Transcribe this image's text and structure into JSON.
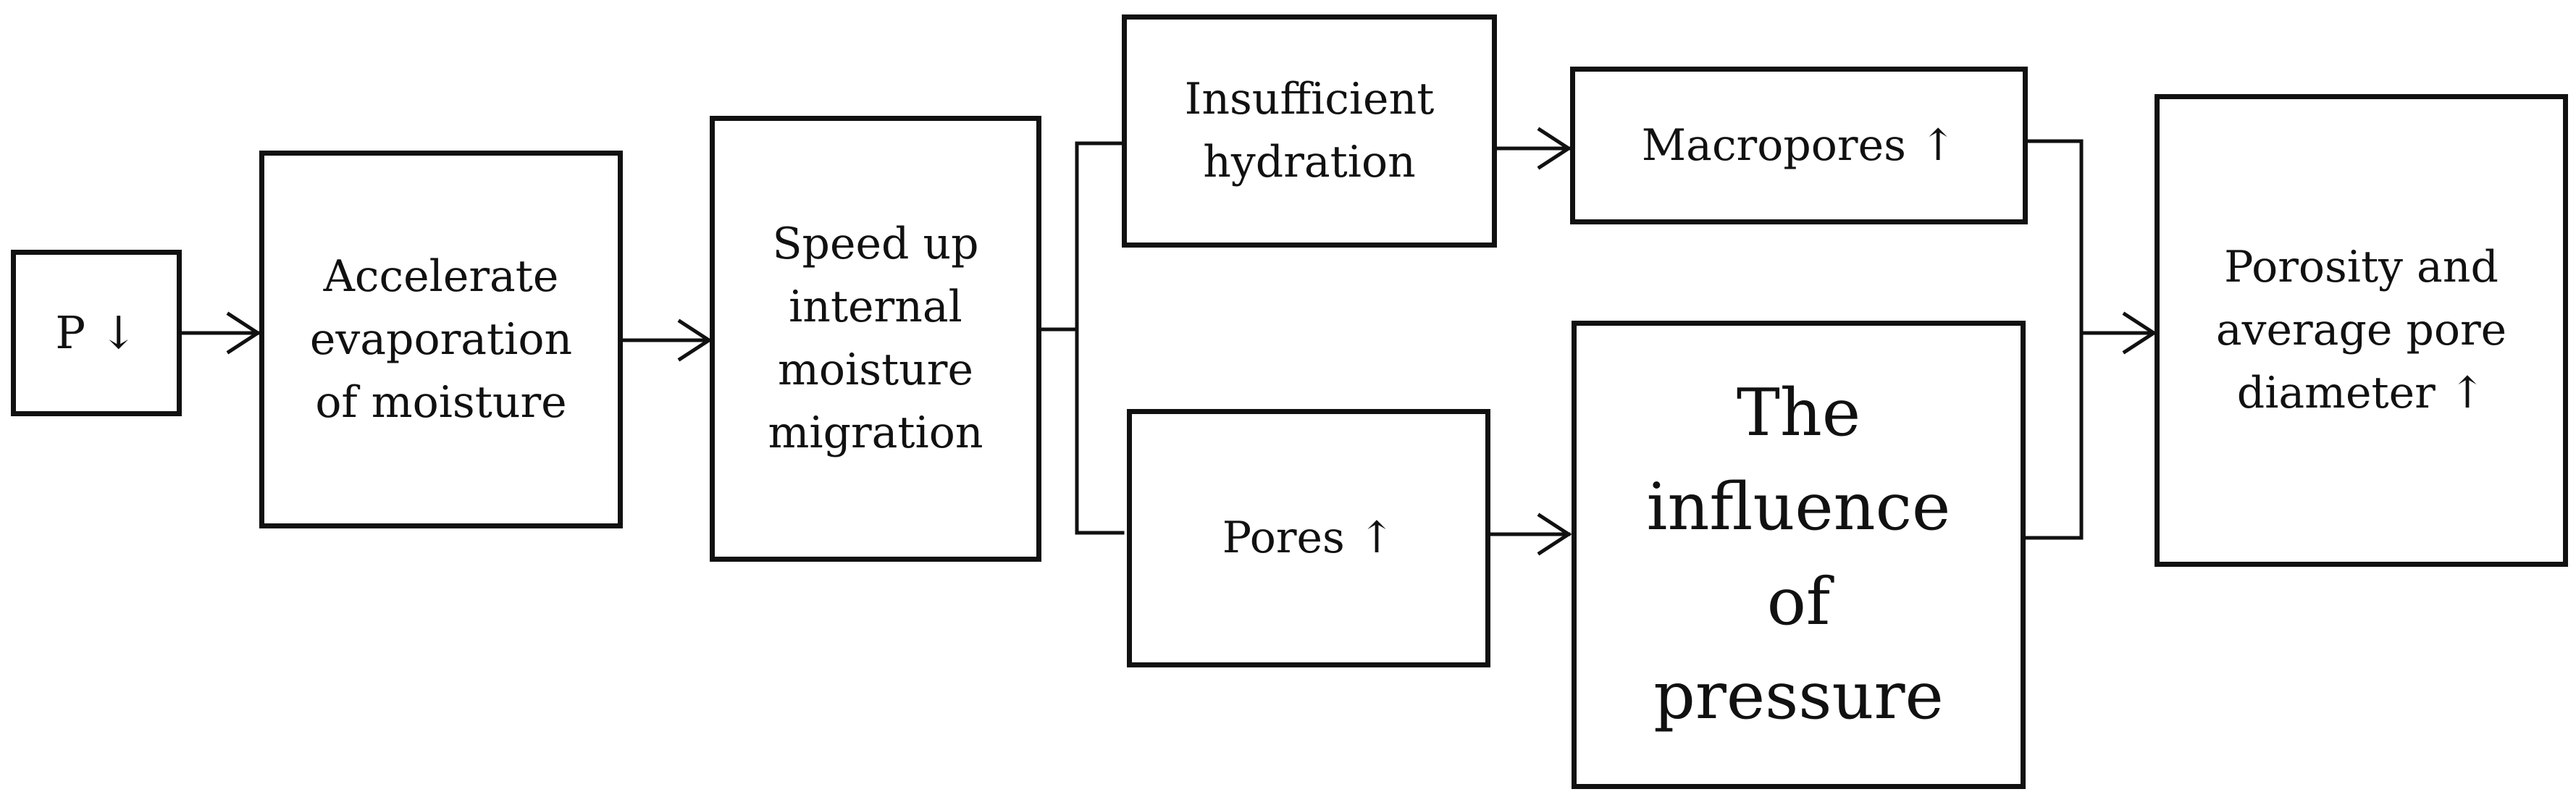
{
  "diagram": {
    "nodes": {
      "p_down": "P ↓",
      "accelerate": "Accelerate\nevaporation\nof moisture",
      "speed_up": "Speed up\ninternal\nmoisture\nmigration",
      "insufficient": "Insufficient\nhydration",
      "pores": "Pores ↑",
      "macropores": "Macropores ↑",
      "influence": "The\ninfluence\nof\npressure",
      "porosity": "Porosity and\naverage pore\ndiameter ↑"
    },
    "edges": [
      {
        "from": "P ↓",
        "to": "Accelerate evaporation of moisture"
      },
      {
        "from": "Accelerate evaporation of moisture",
        "to": "Speed up internal moisture migration"
      },
      {
        "from": "Speed up internal moisture migration",
        "to": "Insufficient hydration"
      },
      {
        "from": "Speed up internal moisture migration",
        "to": "Pores ↑"
      },
      {
        "from": "Insufficient hydration",
        "to": "Macropores ↑"
      },
      {
        "from": "Pores ↑",
        "to": "The influence of pressure"
      },
      {
        "from": "Macropores ↑",
        "to": "Porosity and average pore diameter ↑"
      },
      {
        "from": "The influence of pressure",
        "to": "Porosity and average pore diameter ↑"
      }
    ],
    "colors": {
      "stroke": "#111111",
      "background": "#ffffff"
    }
  }
}
